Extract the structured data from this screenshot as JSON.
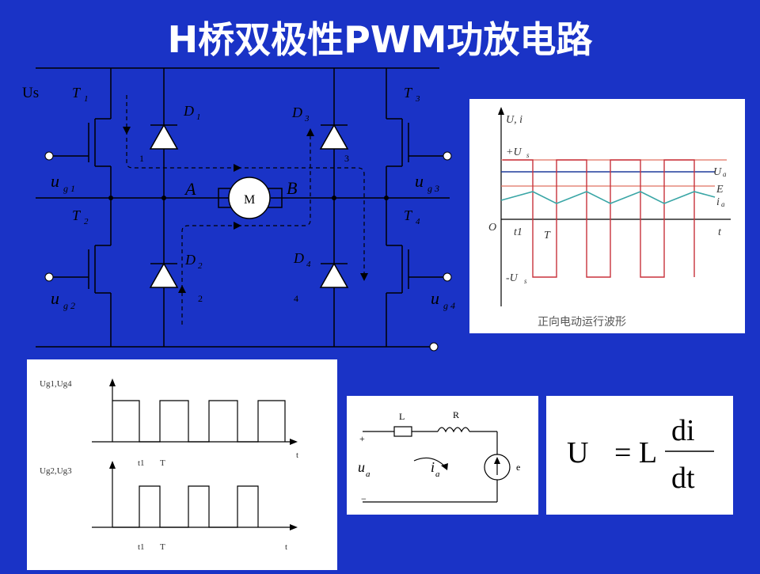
{
  "title": "H桥双极性PWM功放电路",
  "bridge": {
    "us_label": "Us",
    "transistors": {
      "t1": "T",
      "t1_sub": "1",
      "t2": "T",
      "t2_sub": "2",
      "t3": "T",
      "t3_sub": "3",
      "t4": "T",
      "t4_sub": "4"
    },
    "diodes": {
      "d1": "D",
      "d1_sub": "1",
      "d2": "D",
      "d2_sub": "2",
      "d3": "D",
      "d3_sub": "3",
      "d4": "D",
      "d4_sub": "4"
    },
    "gates": {
      "g1": "u",
      "g1_sub": "g 1",
      "g2": "u",
      "g2_sub": "g 2",
      "g3": "u",
      "g3_sub": "g 3",
      "g4": "u",
      "g4_sub": "g 4"
    },
    "node_a": "A",
    "node_b": "B",
    "motor": "M",
    "paths": {
      "p1": "1",
      "p2": "2",
      "p3": "3",
      "p4": "4"
    }
  },
  "waveform_panel": {
    "y_axis_label": "U, i",
    "plus_us": "+U",
    "plus_us_sub": "s",
    "minus_us": "-U",
    "minus_us_sub": "s",
    "origin": "O",
    "t1": "t1",
    "T": "T",
    "t_axis": "t",
    "ua": "U",
    "ua_sub": "a",
    "E": "E",
    "ia": "i",
    "ia_sub": "a",
    "caption": "正向电动运行波形",
    "colors": {
      "voltage": "#c8323c",
      "current": "#3aa6a6",
      "ua": "#1f3c9c",
      "E": "#e07060"
    }
  },
  "gate_panel": {
    "top_label": "Ug1,Ug4",
    "bottom_label": "Ug2,Ug3",
    "t1": "t1",
    "T": "T",
    "t": "t"
  },
  "rl_circuit": {
    "L": "L",
    "R": "R",
    "plus": "+",
    "minus": "−",
    "ua": "u",
    "ua_sub": "a",
    "ia": "i",
    "ia_sub": "a",
    "e": "e"
  },
  "formula": {
    "lhs": "U",
    "eq": "= L",
    "num": "di",
    "den": "dt"
  }
}
